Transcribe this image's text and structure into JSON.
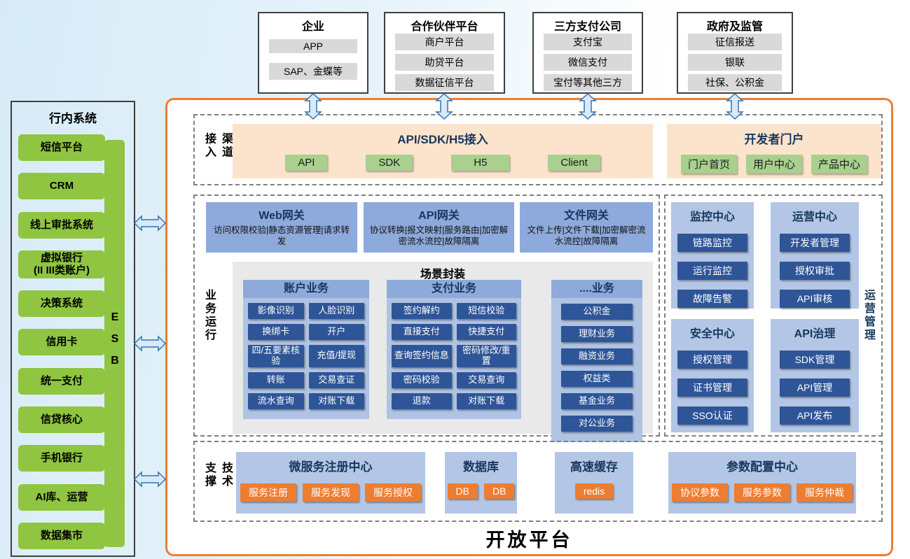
{
  "platform_title": "开放平台",
  "top_boxes": [
    {
      "title": "企业",
      "items": [
        "APP",
        "SAP、金蝶等"
      ]
    },
    {
      "title": "合作伙伴平台",
      "items": [
        "商户平台",
        "助贷平台",
        "数据征信平台"
      ]
    },
    {
      "title": "三方支付公司",
      "items": [
        "支付宝",
        "微信支付",
        "宝付等其他三方"
      ]
    },
    {
      "title": "政府及监管",
      "items": [
        "征信报送",
        "银联",
        "社保、公积金"
      ]
    }
  ],
  "sidebar": {
    "title": "行内系统",
    "esb_label": "ESB",
    "items": [
      "短信平台",
      "CRM",
      "线上审批系统",
      "虚拟银行\n(II III类账户)",
      "决策系统",
      "信用卡",
      "统一支付",
      "信贷核心",
      "手机银行",
      "AI库、运营",
      "数据集市"
    ]
  },
  "sections": {
    "channel_label": "渠道接入",
    "business_label": "业务运行",
    "tech_label": "技术支撑",
    "ops_label": "运营管理"
  },
  "channel": {
    "access": {
      "title": "API/SDK/H5接入",
      "buttons": [
        "API",
        "SDK",
        "H5",
        "Client"
      ]
    },
    "portal": {
      "title": "开发者门户",
      "buttons": [
        "门户首页",
        "用户中心",
        "产品中心"
      ]
    }
  },
  "gateways": [
    {
      "title": "Web网关",
      "desc": "访问权限校验|静态资源管理|请求转发"
    },
    {
      "title": "API网关",
      "desc": "协议转换|报文映射|服务路由|加密解密流水流控|故障隔离"
    },
    {
      "title": "文件网关",
      "desc": "文件上传|文件下载|加密解密流水流控|故障隔离"
    }
  ],
  "scenario": {
    "title": "场景封装",
    "account": {
      "title": "账户业务",
      "items": [
        "影像识别",
        "人脸识别",
        "换绑卡",
        "开户",
        "四/五要素核验",
        "充值/提现",
        "转账",
        "交易查证",
        "流水查询",
        "对账下载"
      ]
    },
    "payment": {
      "title": "支付业务",
      "items": [
        "签约解约",
        "短信校验",
        "直接支付",
        "快捷支付",
        "查询签约信息",
        "密码修改/重置",
        "密码校验",
        "交易查询",
        "退款",
        "对账下载"
      ]
    },
    "other": {
      "title": "....业务",
      "items": [
        "公积金",
        "理财业务",
        "融资业务",
        "权益类",
        "基金业务",
        "对公业务"
      ]
    }
  },
  "ops_panels": [
    {
      "title": "监控中心",
      "items": [
        "链路监控",
        "运行监控",
        "故障告警"
      ]
    },
    {
      "title": "运营中心",
      "items": [
        "开发者管理",
        "授权审批",
        "API审核"
      ]
    },
    {
      "title": "安全中心",
      "items": [
        "授权管理",
        "证书管理",
        "SSO认证"
      ]
    },
    {
      "title": "API治理",
      "items": [
        "SDK管理",
        "API管理",
        "API发布"
      ]
    }
  ],
  "tech_panels": [
    {
      "title": "微服务注册中心",
      "items": [
        "服务注册",
        "服务发现",
        "服务授权"
      ]
    },
    {
      "title": "数据库",
      "items": [
        "DB",
        "DB"
      ]
    },
    {
      "title": "高速缓存",
      "items": [
        "redis"
      ]
    },
    {
      "title": "参数配置中心",
      "items": [
        "协议参数",
        "服务参数",
        "服务仲裁"
      ]
    }
  ],
  "colors": {
    "sidebar_green": "#8FC540",
    "channel_orange_bg": "#FBE3CC",
    "platform_border_orange": "#ED7D31",
    "green_button": "#A9D08E",
    "panel_blue": "#B3C6E5",
    "gateway_blue": "#8EA9DB",
    "dark_blue_button": "#2E5597",
    "navy_text": "#17375E",
    "gray_item": "#D9D9D9"
  }
}
